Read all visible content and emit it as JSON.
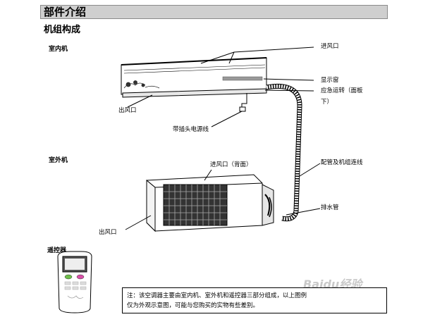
{
  "header": {
    "title": "部件介绍"
  },
  "subtitle": "机组构成",
  "sections": {
    "indoor": "室内机",
    "outdoor": "室外机",
    "remote": "遥控器"
  },
  "indoor_labels": {
    "air_inlet": "进风口",
    "display": "显示窗",
    "emergency_line1": "应急运转（面板",
    "emergency_line2": "下）",
    "air_outlet": "出风口",
    "power_cord": "带插头电源线"
  },
  "outdoor_labels": {
    "air_inlet": "进风口（背面）",
    "pipes": "配管及机组连线",
    "drain": "排水管",
    "air_outlet": "出风口"
  },
  "note": {
    "line1": "注：该空调器主要由室内机、室外机和遥控器三部分组成，以上图例",
    "line2": "仅为外观示意图，可能与您购买的实物有些差别。"
  },
  "watermark": "Baidu经验",
  "colors": {
    "header_bg": "#cfcfcf",
    "line": "#000000"
  }
}
